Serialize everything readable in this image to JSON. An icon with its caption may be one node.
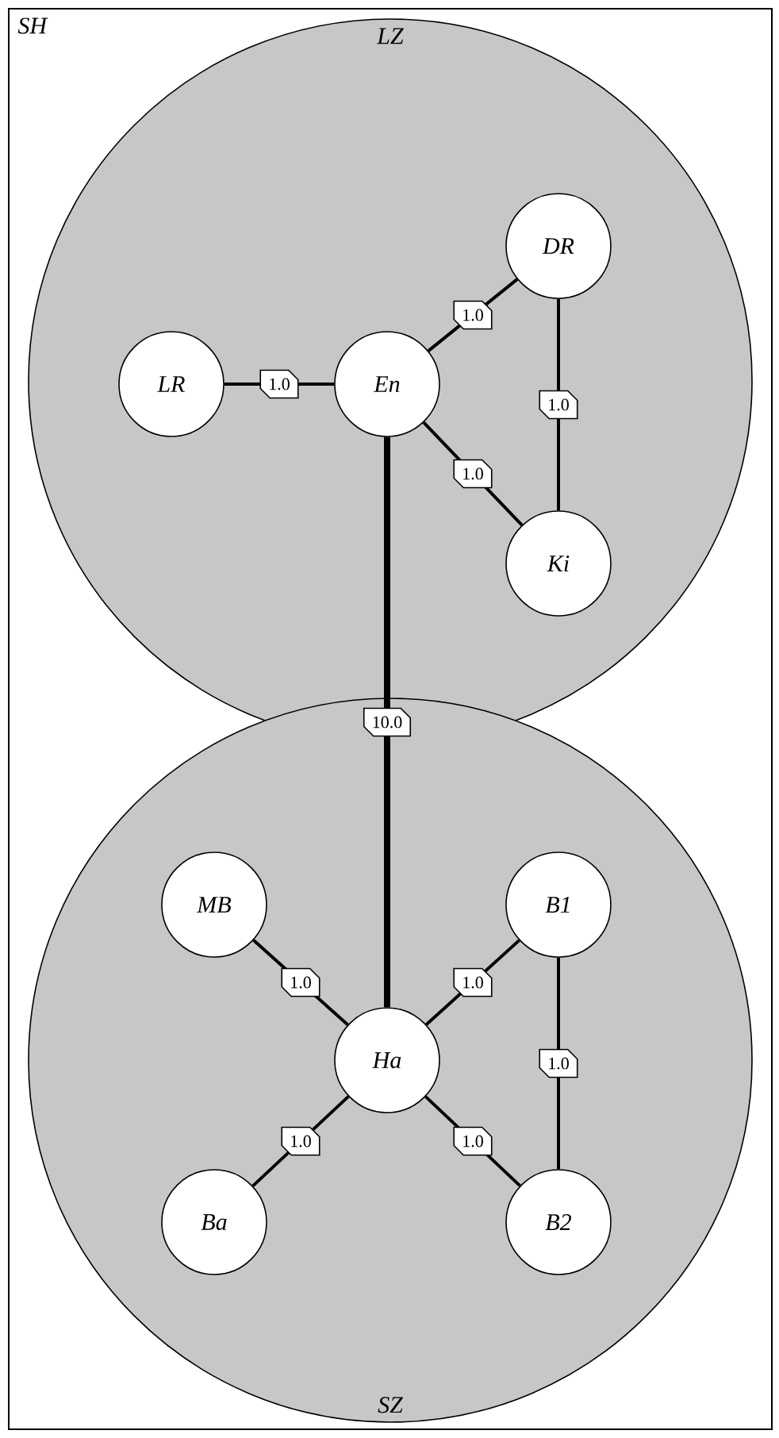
{
  "diagram": {
    "nodes": [
      {
        "text": [
          "SH"
        ]
      },
      {
        "text": [
          "LZ"
        ],
        "in": 0
      },
      {
        "text": [
          "LR"
        ],
        "in": 1
      },
      {
        "text": [
          "En"
        ],
        "in": 1
      },
      {
        "text": [
          "DR"
        ],
        "in": 1
      },
      {
        "text": [
          "Ki"
        ],
        "in": 1
      },
      {
        "text": [
          "SZ"
        ],
        "in": 0
      },
      {
        "text": [
          "MB"
        ],
        "in": 6
      },
      {
        "text": [
          "B1"
        ],
        "in": 6
      },
      {
        "text": [
          "Ha"
        ],
        "in": 6
      },
      {
        "text": [
          "Ba"
        ],
        "in": 6
      },
      {
        "text": [
          "B2"
        ],
        "in": 6
      }
    ],
    "edges": [
      {
        "from": 2,
        "to": 3,
        "arrow": "none",
        "label": "1.0"
      },
      {
        "from": 3,
        "to": 4,
        "arrow": "none",
        "label": "1.0"
      },
      {
        "from": 4,
        "to": 5,
        "arrow": "none",
        "label": "1.0"
      },
      {
        "from": 3,
        "to": 5,
        "arrow": "none",
        "label": "1.0"
      },
      {
        "from": 3,
        "to": 9,
        "arrow": "none",
        "label": "10.0",
        "style": "thick"
      },
      {
        "from": 7,
        "to": 9,
        "arrow": "none",
        "label": "1.0"
      },
      {
        "from": 8,
        "to": 9,
        "arrow": "none",
        "label": "1.0"
      },
      {
        "from": 8,
        "to": 11,
        "arrow": "none",
        "label": "1.0"
      },
      {
        "from": 9,
        "to": 10,
        "arrow": "none",
        "label": "1.0"
      },
      {
        "from": 9,
        "to": 11,
        "arrow": "none",
        "label": "1.0"
      }
    ]
  }
}
